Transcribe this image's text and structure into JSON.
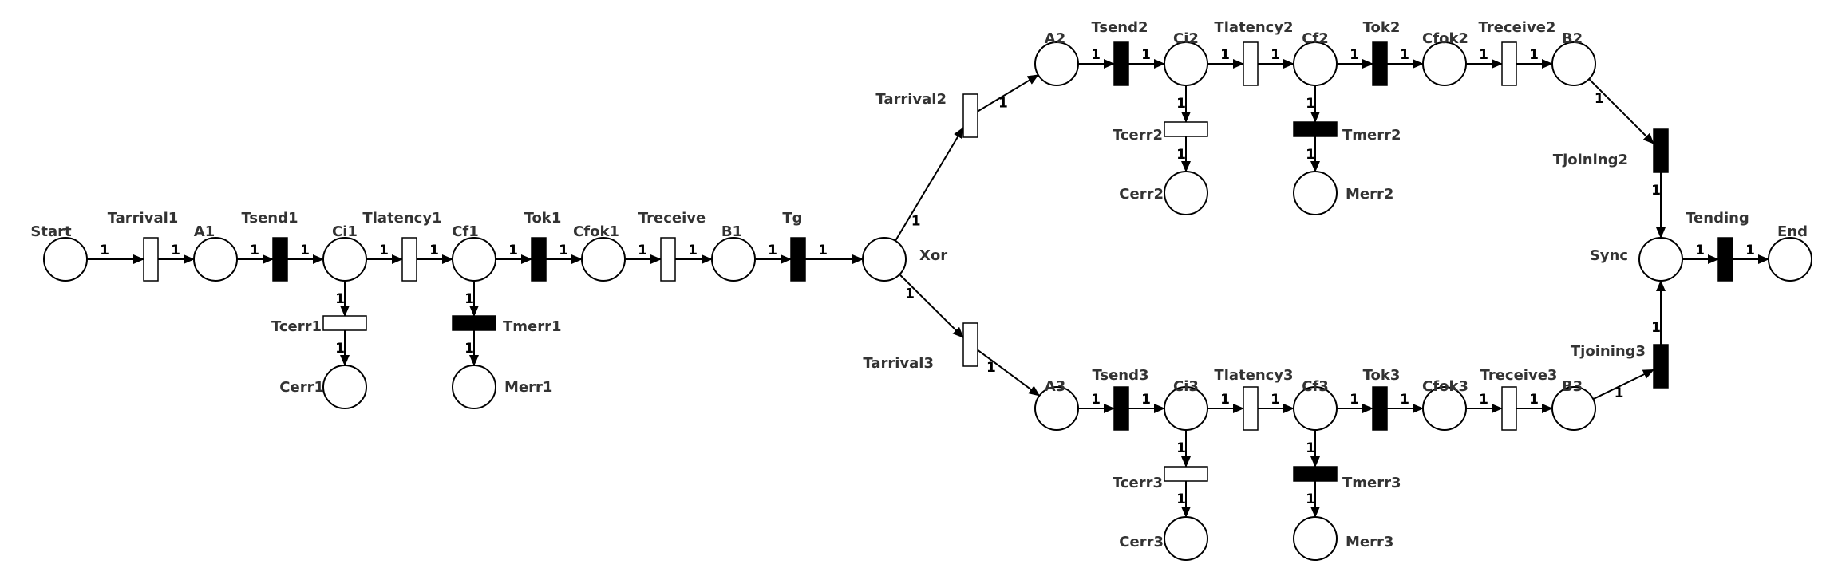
{
  "places": [
    {
      "id": "Start",
      "label": "Start"
    },
    {
      "id": "A1",
      "label": "A1"
    },
    {
      "id": "Ci1",
      "label": "Ci1"
    },
    {
      "id": "Cf1",
      "label": "Cf1"
    },
    {
      "id": "Cfok1",
      "label": "Cfok1"
    },
    {
      "id": "B1",
      "label": "B1"
    },
    {
      "id": "Xor",
      "label": "Xor"
    },
    {
      "id": "Cerr1",
      "label": "Cerr1"
    },
    {
      "id": "Merr1",
      "label": "Merr1"
    },
    {
      "id": "A2",
      "label": "A2"
    },
    {
      "id": "Ci2",
      "label": "Ci2"
    },
    {
      "id": "Cf2",
      "label": "Cf2"
    },
    {
      "id": "Cfok2",
      "label": "Cfok2"
    },
    {
      "id": "B2",
      "label": "B2"
    },
    {
      "id": "Cerr2",
      "label": "Cerr2"
    },
    {
      "id": "Merr2",
      "label": "Merr2"
    },
    {
      "id": "A3",
      "label": "A3"
    },
    {
      "id": "Ci3",
      "label": "Ci3"
    },
    {
      "id": "Cf3",
      "label": "Cf3"
    },
    {
      "id": "Cfok3",
      "label": "Cfok3"
    },
    {
      "id": "B3",
      "label": "B3"
    },
    {
      "id": "Cerr3",
      "label": "Cerr3"
    },
    {
      "id": "Merr3",
      "label": "Merr3"
    },
    {
      "id": "Sync",
      "label": "Sync"
    },
    {
      "id": "End",
      "label": "End"
    }
  ],
  "transitions": [
    {
      "id": "Tarrival1",
      "label": "Tarrival1",
      "fill": "white"
    },
    {
      "id": "Tsend1",
      "label": "Tsend1",
      "fill": "black"
    },
    {
      "id": "Tlatency1",
      "label": "Tlatency1",
      "fill": "white"
    },
    {
      "id": "Tok1",
      "label": "Tok1",
      "fill": "black"
    },
    {
      "id": "Treceive",
      "label": "Treceive",
      "fill": "white"
    },
    {
      "id": "Tg",
      "label": "Tg",
      "fill": "black"
    },
    {
      "id": "Tcerr1",
      "label": "Tcerr1",
      "fill": "white"
    },
    {
      "id": "Tmerr1",
      "label": "Tmerr1",
      "fill": "black"
    },
    {
      "id": "Tarrival2",
      "label": "Tarrival2",
      "fill": "white"
    },
    {
      "id": "Tsend2",
      "label": "Tsend2",
      "fill": "black"
    },
    {
      "id": "Tlatency2",
      "label": "Tlatency2",
      "fill": "white"
    },
    {
      "id": "Tok2",
      "label": "Tok2",
      "fill": "black"
    },
    {
      "id": "Treceive2",
      "label": "Treceive2",
      "fill": "white"
    },
    {
      "id": "Tcerr2",
      "label": "Tcerr2",
      "fill": "white"
    },
    {
      "id": "Tmerr2",
      "label": "Tmerr2",
      "fill": "black"
    },
    {
      "id": "Tjoining2",
      "label": "Tjoining2",
      "fill": "black"
    },
    {
      "id": "Tarrival3",
      "label": "Tarrival3",
      "fill": "white"
    },
    {
      "id": "Tsend3",
      "label": "Tsend3",
      "fill": "black"
    },
    {
      "id": "Tlatency3",
      "label": "Tlatency3",
      "fill": "white"
    },
    {
      "id": "Tok3",
      "label": "Tok3",
      "fill": "black"
    },
    {
      "id": "Treceive3",
      "label": "Treceive3",
      "fill": "white"
    },
    {
      "id": "Tcerr3",
      "label": "Tcerr3",
      "fill": "white"
    },
    {
      "id": "Tmerr3",
      "label": "Tmerr3",
      "fill": "black"
    },
    {
      "id": "Tjoining3",
      "label": "Tjoining3",
      "fill": "black"
    },
    {
      "id": "Tending",
      "label": "Tending",
      "fill": "black"
    }
  ],
  "arcs": [
    {
      "from": "Start",
      "to": "Tarrival1",
      "weight": "1"
    },
    {
      "from": "Tarrival1",
      "to": "A1",
      "weight": "1"
    },
    {
      "from": "A1",
      "to": "Tsend1",
      "weight": "1"
    },
    {
      "from": "Tsend1",
      "to": "Ci1",
      "weight": "1"
    },
    {
      "from": "Ci1",
      "to": "Tlatency1",
      "weight": "1"
    },
    {
      "from": "Tlatency1",
      "to": "Cf1",
      "weight": "1"
    },
    {
      "from": "Cf1",
      "to": "Tok1",
      "weight": "1"
    },
    {
      "from": "Tok1",
      "to": "Cfok1",
      "weight": "1"
    },
    {
      "from": "Cfok1",
      "to": "Treceive",
      "weight": "1"
    },
    {
      "from": "Treceive",
      "to": "B1",
      "weight": "1"
    },
    {
      "from": "B1",
      "to": "Tg",
      "weight": "1"
    },
    {
      "from": "Tg",
      "to": "Xor",
      "weight": "1"
    },
    {
      "from": "Ci1",
      "to": "Tcerr1",
      "weight": "1"
    },
    {
      "from": "Tcerr1",
      "to": "Cerr1",
      "weight": "1"
    },
    {
      "from": "Cf1",
      "to": "Tmerr1",
      "weight": "1"
    },
    {
      "from": "Tmerr1",
      "to": "Merr1",
      "weight": "1"
    },
    {
      "from": "Xor",
      "to": "Tarrival2",
      "weight": "1"
    },
    {
      "from": "Tarrival2",
      "to": "A2",
      "weight": "1"
    },
    {
      "from": "A2",
      "to": "Tsend2",
      "weight": "1"
    },
    {
      "from": "Tsend2",
      "to": "Ci2",
      "weight": "1"
    },
    {
      "from": "Ci2",
      "to": "Tlatency2",
      "weight": "1"
    },
    {
      "from": "Tlatency2",
      "to": "Cf2",
      "weight": "1"
    },
    {
      "from": "Cf2",
      "to": "Tok2",
      "weight": "1"
    },
    {
      "from": "Tok2",
      "to": "Cfok2",
      "weight": "1"
    },
    {
      "from": "Cfok2",
      "to": "Treceive2",
      "weight": "1"
    },
    {
      "from": "Treceive2",
      "to": "B2",
      "weight": "1"
    },
    {
      "from": "Ci2",
      "to": "Tcerr2",
      "weight": "1"
    },
    {
      "from": "Tcerr2",
      "to": "Cerr2",
      "weight": "1"
    },
    {
      "from": "Cf2",
      "to": "Tmerr2",
      "weight": "1"
    },
    {
      "from": "Tmerr2",
      "to": "Merr2",
      "weight": "1"
    },
    {
      "from": "B2",
      "to": "Tjoining2",
      "weight": "1"
    },
    {
      "from": "Tjoining2",
      "to": "Sync",
      "weight": "1"
    },
    {
      "from": "Xor",
      "to": "Tarrival3",
      "weight": "1"
    },
    {
      "from": "Tarrival3",
      "to": "A3",
      "weight": "1"
    },
    {
      "from": "A3",
      "to": "Tsend3",
      "weight": "1"
    },
    {
      "from": "Tsend3",
      "to": "Ci3",
      "weight": "1"
    },
    {
      "from": "Ci3",
      "to": "Tlatency3",
      "weight": "1"
    },
    {
      "from": "Tlatency3",
      "to": "Cf3",
      "weight": "1"
    },
    {
      "from": "Cf3",
      "to": "Tok3",
      "weight": "1"
    },
    {
      "from": "Tok3",
      "to": "Cfok3",
      "weight": "1"
    },
    {
      "from": "Cfok3",
      "to": "Treceive3",
      "weight": "1"
    },
    {
      "from": "Treceive3",
      "to": "B3",
      "weight": "1"
    },
    {
      "from": "Ci3",
      "to": "Tcerr3",
      "weight": "1"
    },
    {
      "from": "Tcerr3",
      "to": "Cerr3",
      "weight": "1"
    },
    {
      "from": "Cf3",
      "to": "Tmerr3",
      "weight": "1"
    },
    {
      "from": "Tmerr3",
      "to": "Merr3",
      "weight": "1"
    },
    {
      "from": "B3",
      "to": "Tjoining3",
      "weight": "1"
    },
    {
      "from": "Tjoining3",
      "to": "Sync",
      "weight": "1"
    },
    {
      "from": "Sync",
      "to": "Tending",
      "weight": "1"
    },
    {
      "from": "Tending",
      "to": "End",
      "weight": "1"
    }
  ],
  "colors": {
    "stroke": "#000000",
    "label": "#333333",
    "background": "#ffffff"
  }
}
